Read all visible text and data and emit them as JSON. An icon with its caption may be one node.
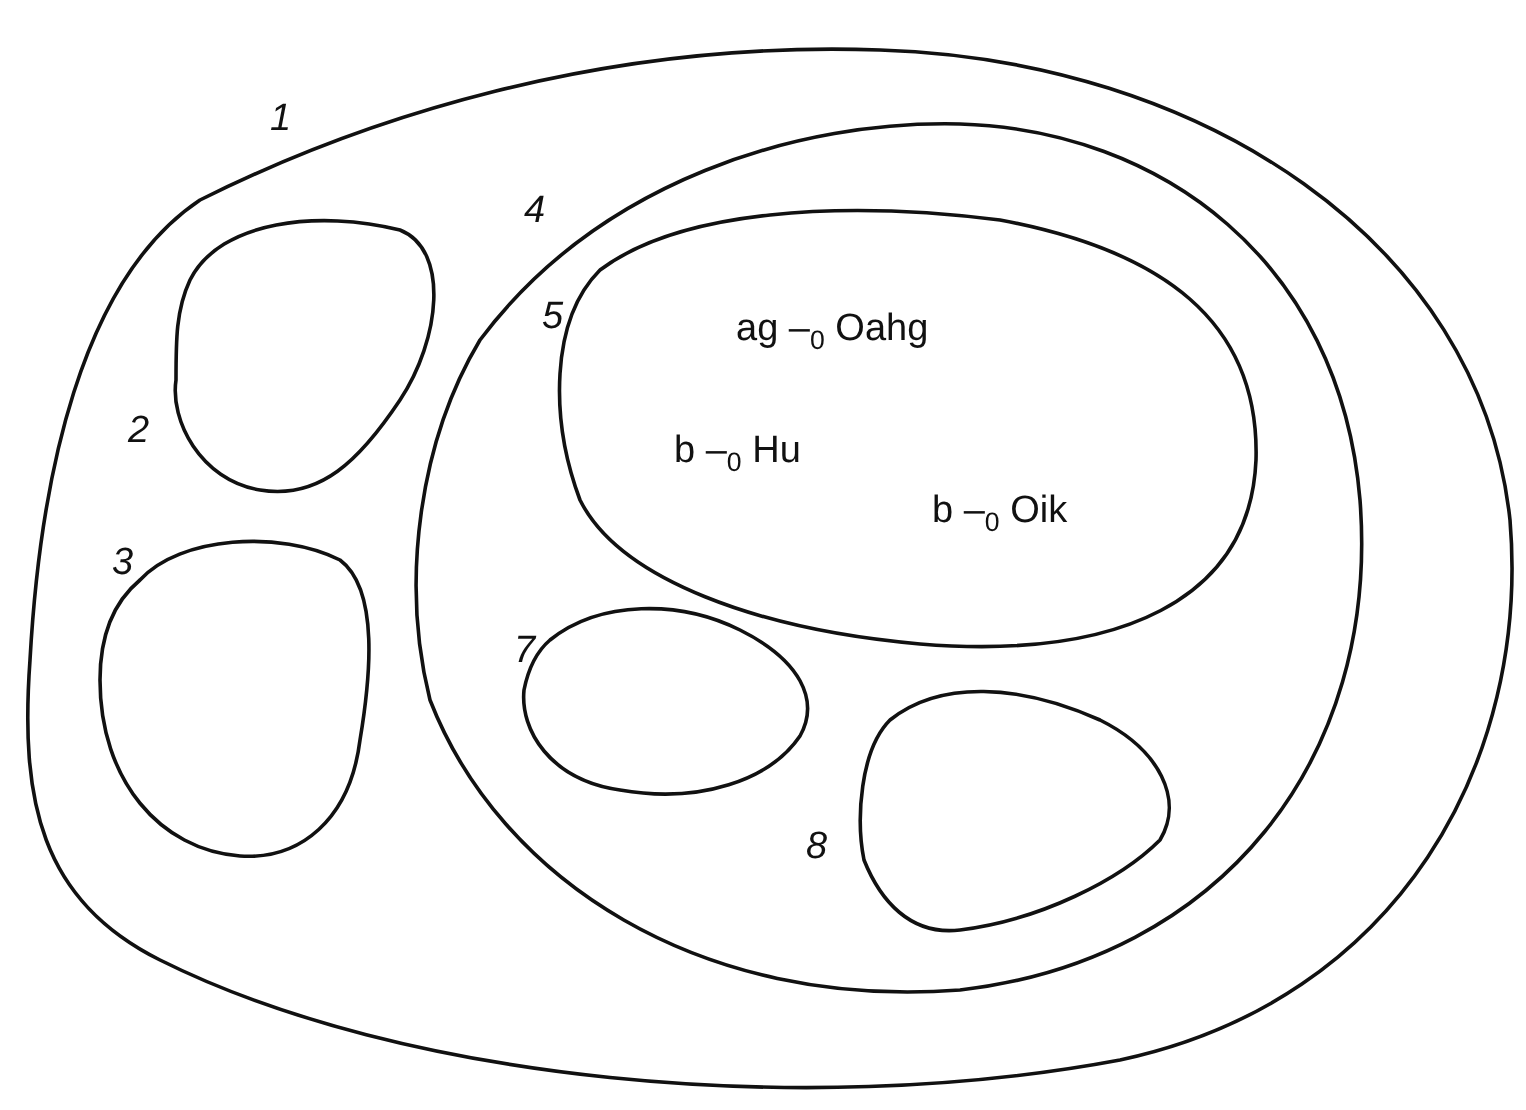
{
  "diagram": {
    "nodes": [
      {
        "text": [
          "1"
        ]
      },
      {
        "text": [
          "2"
        ],
        "in": 0
      },
      {
        "text": [
          "3"
        ],
        "in": 0
      },
      {
        "text": [
          "4"
        ],
        "in": 0
      },
      {
        "text": [
          "5",
          "ag –$_{0}$ Oahg",
          "b –$_{0}$ Hu",
          "b –$_{0}$ Oik"
        ],
        "in": 3
      },
      {
        "text": [
          "7"
        ],
        "in": 3
      },
      {
        "text": [
          "8"
        ],
        "in": 3
      }
    ]
  }
}
